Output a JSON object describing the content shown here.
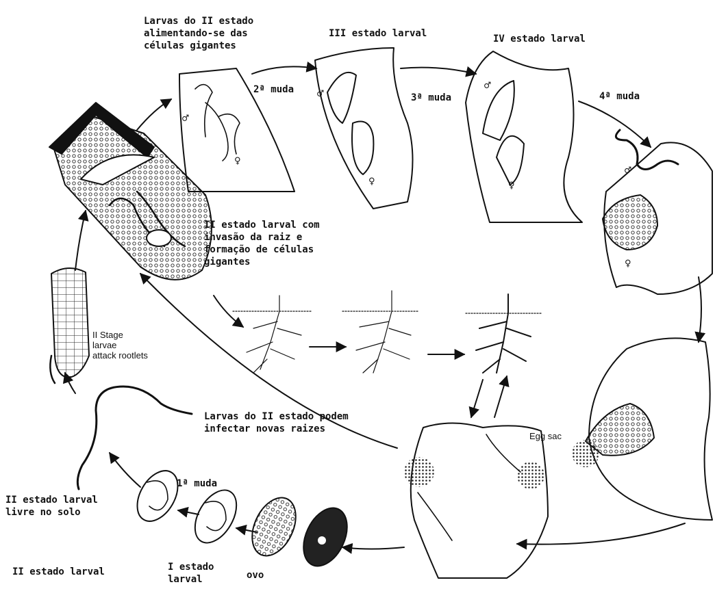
{
  "colors": {
    "ink": "#111111",
    "paper": "#ffffff"
  },
  "labels": {
    "stage2_feeding": [
      "Larvas do II estado",
      "alimentando-se das",
      "células gigantes"
    ],
    "stage3": "III estado larval",
    "stage4": "IV estado larval",
    "molt2": "2ª muda",
    "molt3": "3ª muda",
    "molt4": "4ª muda",
    "stage2_invasion": [
      "II estado larval com",
      "invasão da raiz e",
      "formação de células",
      "gigantes"
    ],
    "stage2_attack": [
      "II Stage",
      "larvae",
      "attack rootlets"
    ],
    "new_roots": [
      "Larvas do II estado podem",
      "infectar novas raizes"
    ],
    "egg_sac": "Egg sac",
    "molt1": "1ª muda",
    "stage2_free": [
      "II estado larval",
      "livre no solo"
    ],
    "stage2_bottom": "II estado larval",
    "stage1": [
      "I estado",
      "larval"
    ],
    "egg": "ovo"
  },
  "symbols": {
    "male": "♂",
    "female": "♀"
  }
}
